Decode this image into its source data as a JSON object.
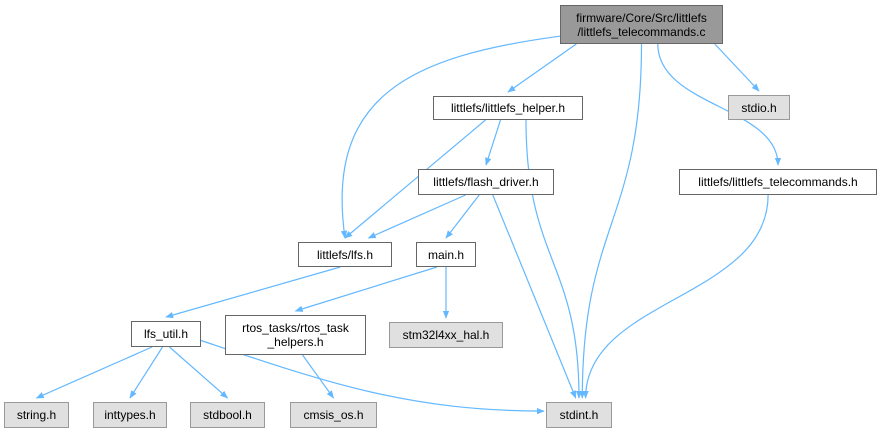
{
  "colors": {
    "edge": "#63b8ff",
    "root_fill": "#999999",
    "file_fill": "#ffffff",
    "system_fill": "#e0e0e0",
    "border": "#666666"
  },
  "nodes": {
    "root": {
      "lines": [
        "firmware/Core/Src/littlefs",
        "/littlefs_telecommands.c"
      ]
    },
    "helper_h": {
      "lines": [
        "littlefs/littlefs_helper.h"
      ]
    },
    "stdio_h": {
      "lines": [
        "stdio.h"
      ]
    },
    "flash_driver_h": {
      "lines": [
        "littlefs/flash_driver.h"
      ]
    },
    "telecommands_h": {
      "lines": [
        "littlefs/littlefs_telecommands.h"
      ]
    },
    "lfs_h": {
      "lines": [
        "littlefs/lfs.h"
      ]
    },
    "main_h": {
      "lines": [
        "main.h"
      ]
    },
    "lfs_util_h": {
      "lines": [
        "lfs_util.h"
      ]
    },
    "rtos_helpers_h": {
      "lines": [
        "rtos_tasks/rtos_task",
        "_helpers.h"
      ]
    },
    "stm32_hal_h": {
      "lines": [
        "stm32l4xx_hal.h"
      ]
    },
    "string_h": {
      "lines": [
        "string.h"
      ]
    },
    "inttypes_h": {
      "lines": [
        "inttypes.h"
      ]
    },
    "stdbool_h": {
      "lines": [
        "stdbool.h"
      ]
    },
    "cmsis_os_h": {
      "lines": [
        "cmsis_os.h"
      ]
    },
    "stdint_h": {
      "lines": [
        "stdint.h"
      ]
    }
  },
  "edges": [
    [
      "root",
      "lfs_h"
    ],
    [
      "root",
      "helper_h"
    ],
    [
      "root",
      "stdint_h"
    ],
    [
      "root",
      "stdio_h"
    ],
    [
      "root",
      "telecommands_h"
    ],
    [
      "helper_h",
      "lfs_h"
    ],
    [
      "helper_h",
      "flash_driver_h"
    ],
    [
      "helper_h",
      "stdint_h"
    ],
    [
      "flash_driver_h",
      "lfs_h"
    ],
    [
      "flash_driver_h",
      "main_h"
    ],
    [
      "flash_driver_h",
      "stdint_h"
    ],
    [
      "telecommands_h",
      "stdint_h"
    ],
    [
      "lfs_h",
      "lfs_util_h"
    ],
    [
      "main_h",
      "rtos_helpers_h"
    ],
    [
      "main_h",
      "stm32_hal_h"
    ],
    [
      "lfs_util_h",
      "string_h"
    ],
    [
      "lfs_util_h",
      "inttypes_h"
    ],
    [
      "lfs_util_h",
      "stdbool_h"
    ],
    [
      "lfs_util_h",
      "stdint_h"
    ],
    [
      "rtos_helpers_h",
      "cmsis_os_h"
    ]
  ]
}
